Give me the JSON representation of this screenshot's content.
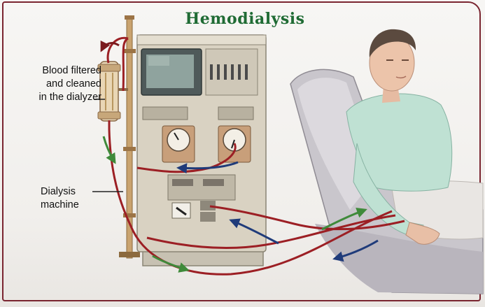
{
  "diagram": {
    "title": "Hemodialysis",
    "labels": {
      "dialyzer": [
        "Blood filtered",
        "and cleaned",
        "in the dialyzer"
      ],
      "machine": [
        "Dialysis",
        "machine"
      ]
    },
    "colors": {
      "title": "#1f6b34",
      "frame": "#7a2530",
      "blood_tube": "#9c1f24",
      "return_arrow": "#1f3b7a",
      "flow_arrow": "#3f8a3a"
    }
  }
}
